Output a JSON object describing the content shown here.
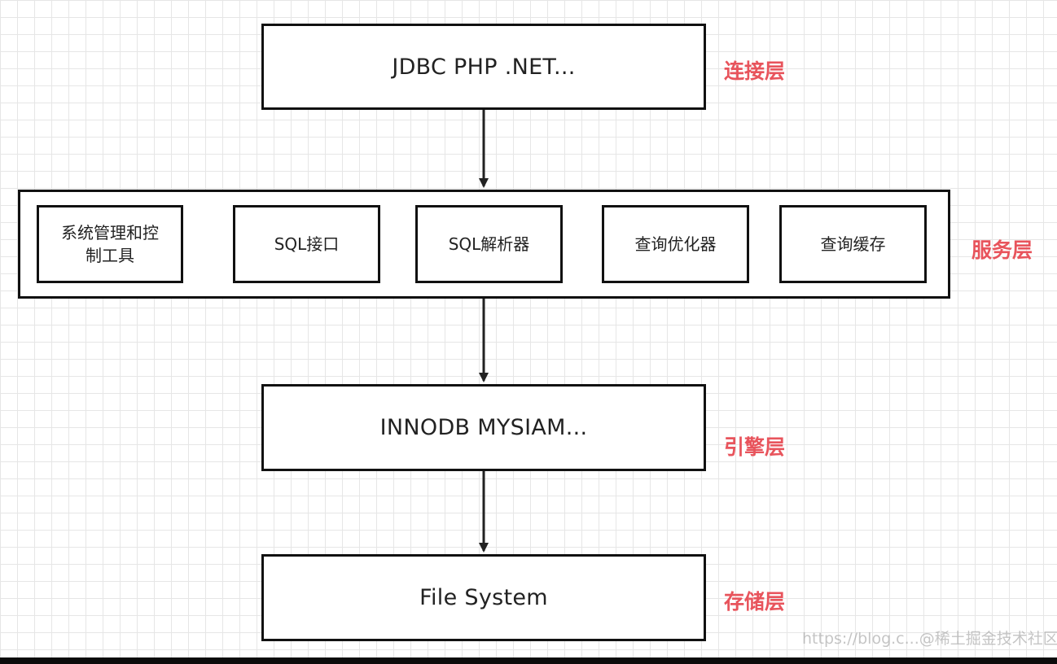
{
  "layers": {
    "connection": {
      "content": "JDBC PHP .NET...",
      "label": "连接层"
    },
    "service": {
      "label": "服务层",
      "components": [
        {
          "text": "系统管理和控制工具"
        },
        {
          "text": "SQL接口"
        },
        {
          "text": "SQL解析器"
        },
        {
          "text": "查询优化器"
        },
        {
          "text": "查询缓存"
        }
      ]
    },
    "engine": {
      "content": "INNODB MYSIAM...",
      "label": "引擎层"
    },
    "storage": {
      "content": "File System",
      "label": "存储层"
    }
  },
  "watermark": "https://blog.c...@稀土掘金技术社区",
  "colors": {
    "label": "#e8545c",
    "border": "#111111",
    "grid": "#e6e6e6"
  }
}
